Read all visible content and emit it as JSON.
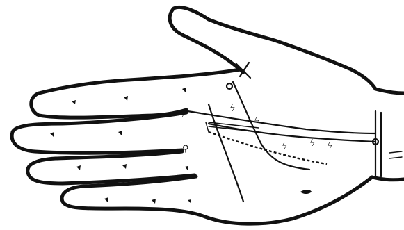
{
  "figure": {
    "subject": "hand-palm-diagram",
    "glyph_marks": [
      "ϟ",
      "♀",
      "ϟ",
      "ϟ",
      "ϟ",
      "ϟ",
      "ϟ"
    ],
    "ink_color": "#111111",
    "background_color": "#ffffff"
  }
}
